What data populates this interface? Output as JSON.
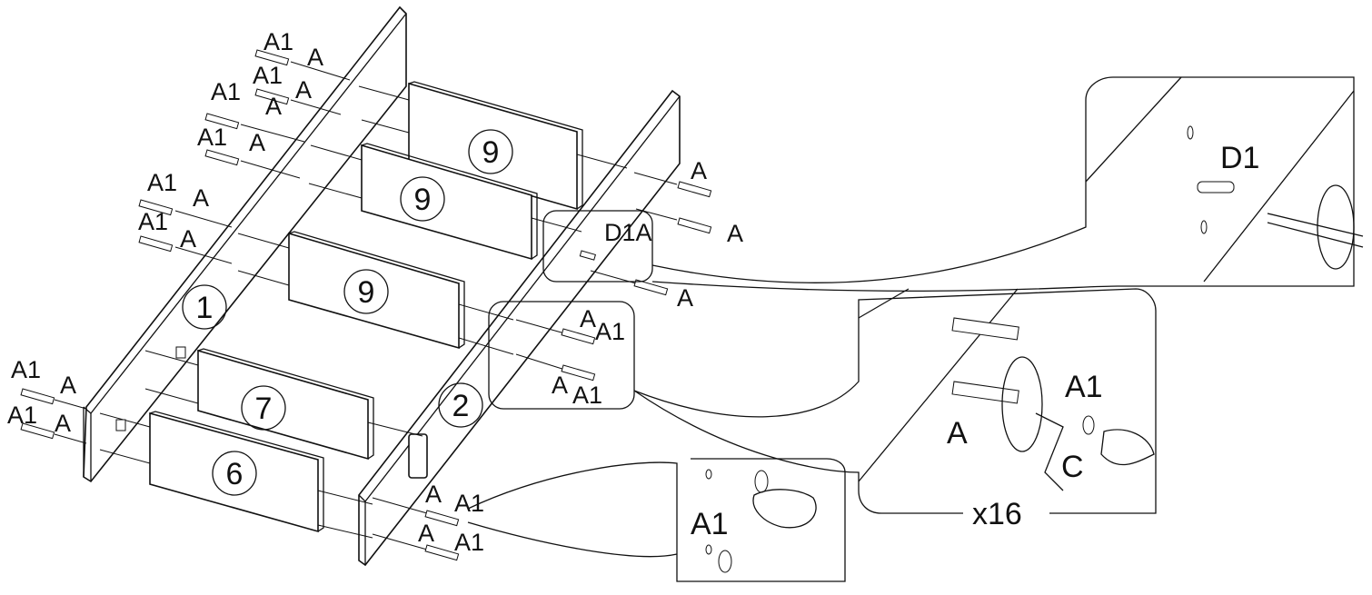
{
  "parts": {
    "p1": "1",
    "p2": "2",
    "p6": "6",
    "p7": "7",
    "p9a": "9",
    "p9b": "9",
    "p9c": "9"
  },
  "labels": {
    "a": "A",
    "a1": "A1",
    "d1": "D1",
    "d1a": "D1A",
    "c": "C",
    "aa1": "AA1"
  },
  "count": "x16"
}
